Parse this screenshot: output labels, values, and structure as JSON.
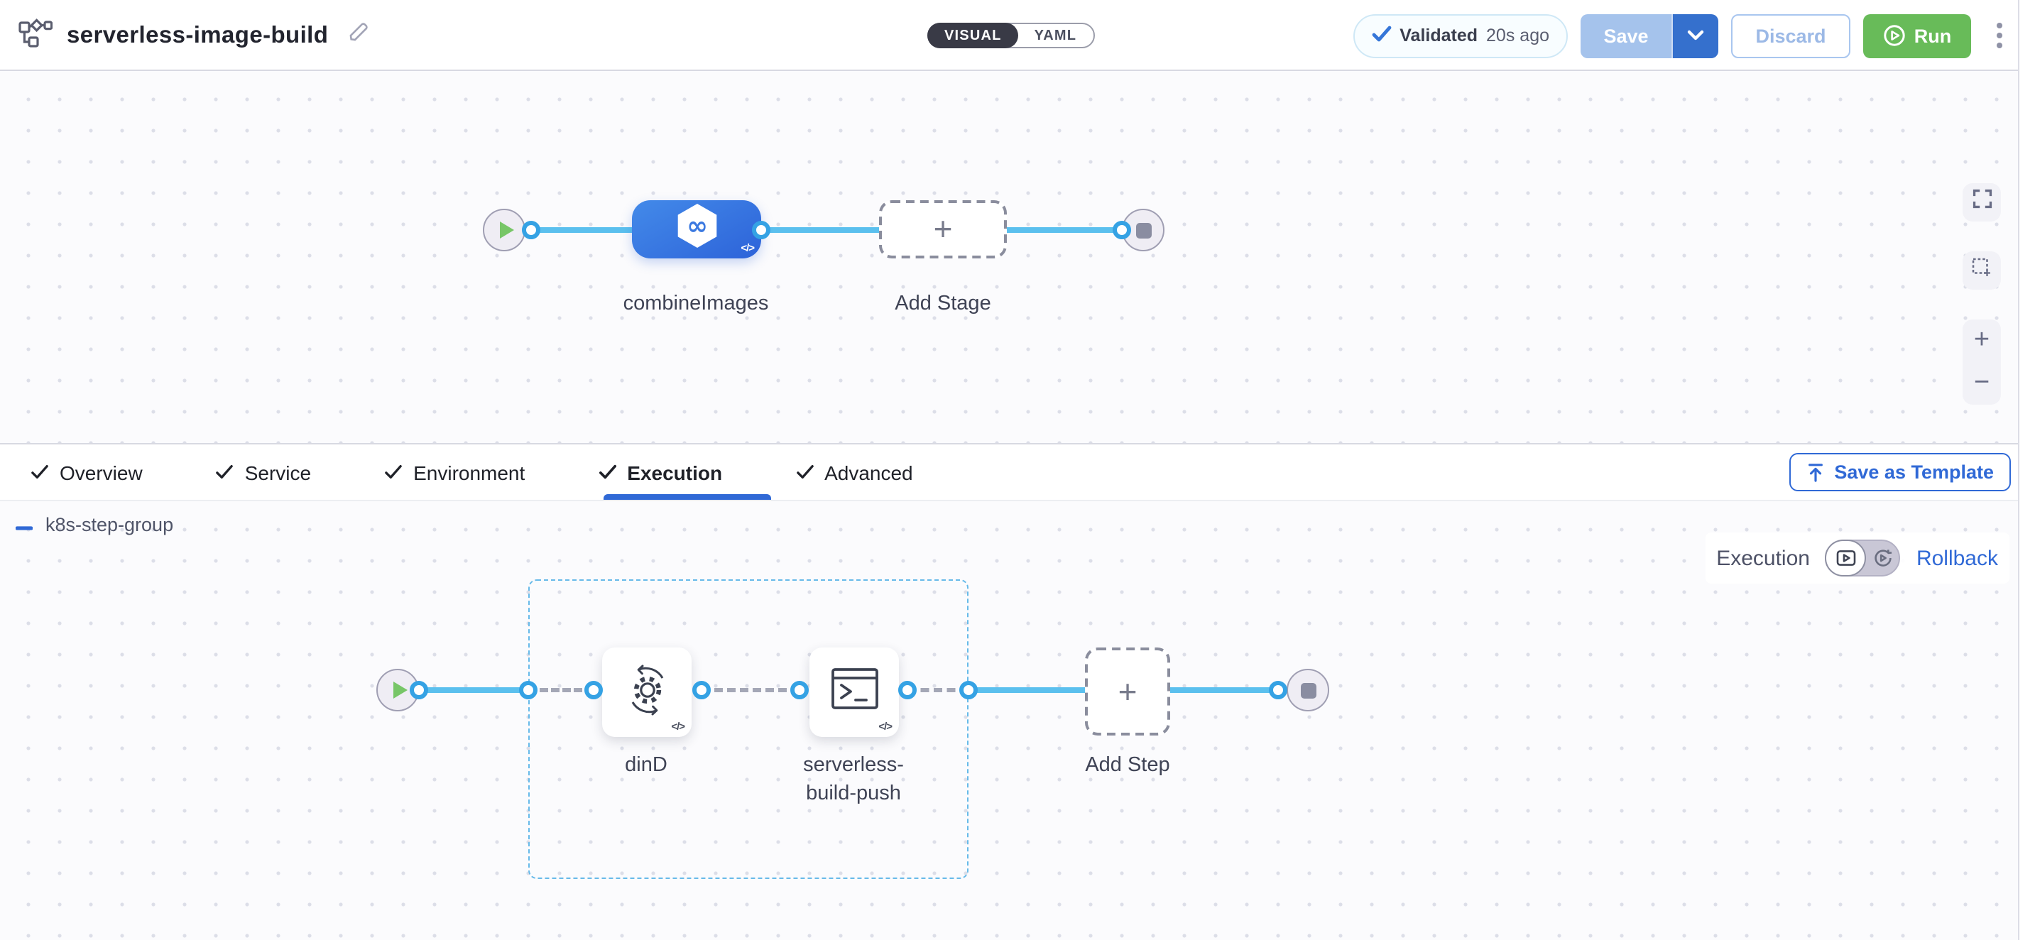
{
  "header": {
    "title": "serverless-image-build",
    "mode_toggle": {
      "visual": "VISUAL",
      "yaml": "YAML"
    },
    "validated": {
      "label": "Validated",
      "time": "20s ago"
    },
    "buttons": {
      "save": "Save",
      "discard": "Discard",
      "run": "Run"
    }
  },
  "stage_canvas": {
    "stage_label": "combineImages",
    "add_stage_label": "Add Stage"
  },
  "tabs": [
    {
      "label": "Overview"
    },
    {
      "label": "Service"
    },
    {
      "label": "Environment"
    },
    {
      "label": "Execution"
    },
    {
      "label": "Advanced"
    }
  ],
  "active_tab": "Execution",
  "template_button": {
    "label": "Save as Template"
  },
  "execution_bar": {
    "label": "Execution",
    "rollback": "Rollback"
  },
  "step_canvas": {
    "group_label": "k8s-step-group",
    "steps": [
      {
        "label": "dinD"
      },
      {
        "label": "serverless-build-push"
      }
    ],
    "add_step_label": "Add Step"
  },
  "glyphs": {
    "plus": "+",
    "minus": "−",
    "infinity": "∞",
    "code": "</>"
  },
  "colors": {
    "accent_blue": "#3069d6",
    "connector_blue": "#5bc0ee",
    "port_blue": "#35a2e4",
    "run_green": "#68bb59",
    "save_disabled": "#a5c3ec",
    "save_chevron": "#3570cd",
    "stage_gradient_start": "#438ae9",
    "stage_gradient_end": "#2d63d9",
    "group_dash": "#67bae9"
  }
}
